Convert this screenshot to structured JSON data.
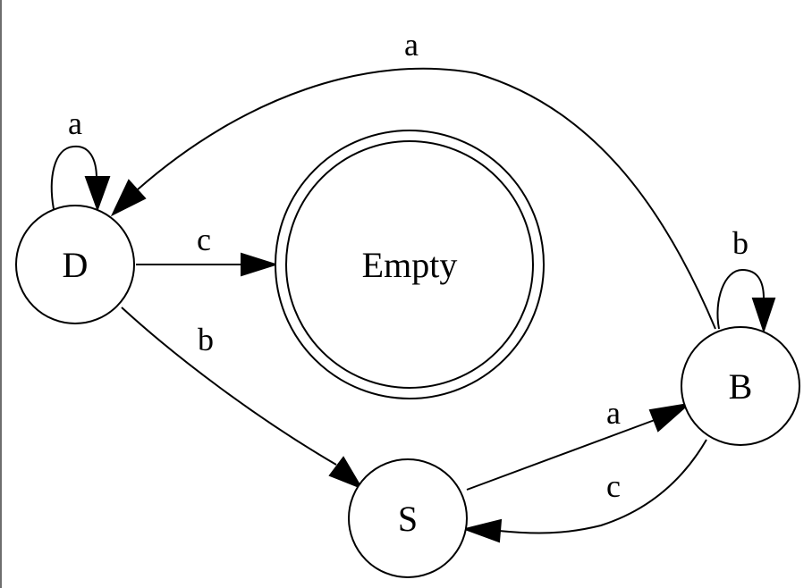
{
  "diagram": {
    "nodes": {
      "d": {
        "label": "D",
        "accepting": false
      },
      "empty": {
        "label": "Empty",
        "accepting": true
      },
      "b": {
        "label": "B",
        "accepting": false
      },
      "s": {
        "label": "S",
        "accepting": false
      }
    },
    "edges": {
      "d_self": {
        "from": "D",
        "to": "D",
        "label": "a"
      },
      "d_empty": {
        "from": "D",
        "to": "Empty",
        "label": "c"
      },
      "d_s": {
        "from": "D",
        "to": "S",
        "label": "b"
      },
      "b_d": {
        "from": "B",
        "to": "D",
        "label": "a"
      },
      "b_self": {
        "from": "B",
        "to": "B",
        "label": "b"
      },
      "s_b": {
        "from": "S",
        "to": "B",
        "label": "a"
      },
      "b_s": {
        "from": "B",
        "to": "S",
        "label": "c"
      }
    }
  }
}
